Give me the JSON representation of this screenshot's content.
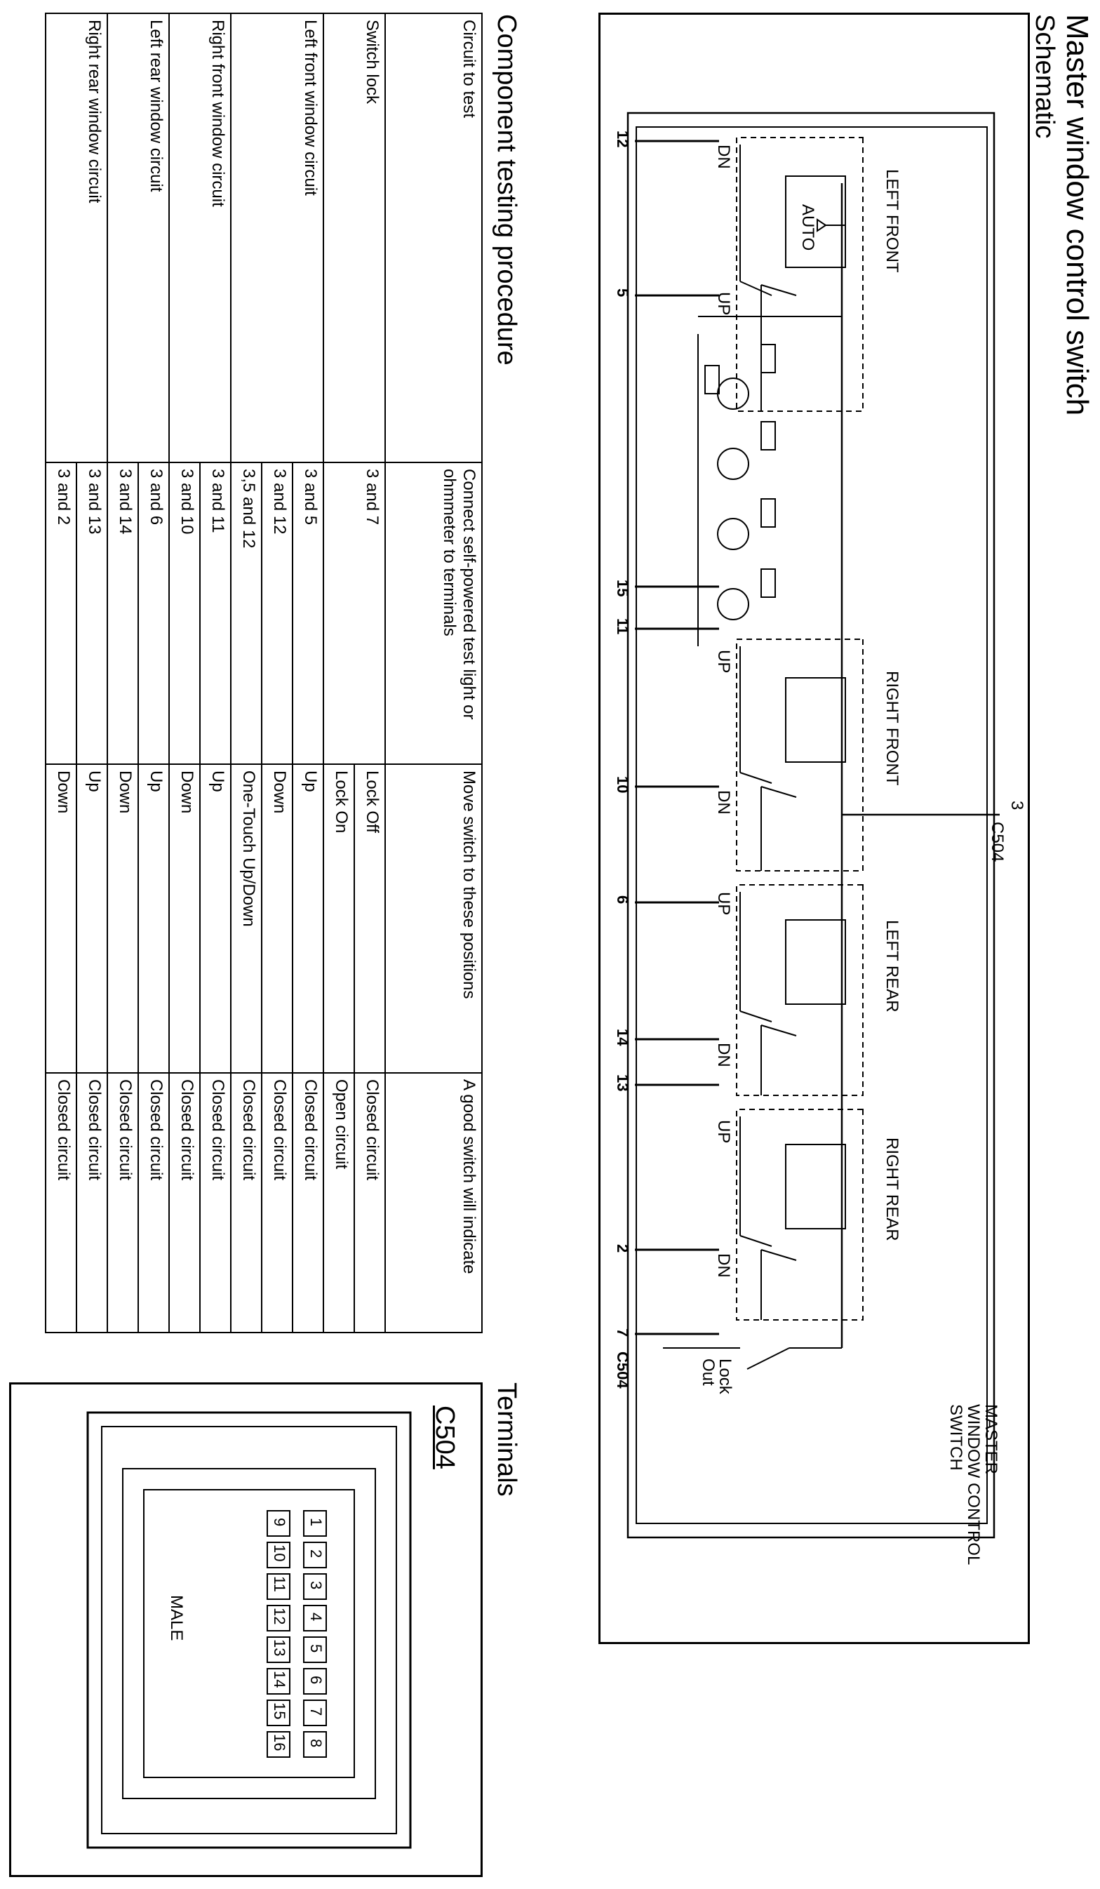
{
  "page": {
    "title": "Master window control switch",
    "schematic_heading": "Schematic",
    "procedure_heading": "Component testing procedure",
    "terminals_heading": "Terminals"
  },
  "schematic": {
    "sections": {
      "left_front": "LEFT FRONT",
      "right_front": "RIGHT FRONT",
      "left_rear": "LEFT REAR",
      "right_rear": "RIGHT REAR"
    },
    "switch_labels": {
      "up": "UP",
      "dn": "DN",
      "auto": "AUTO"
    },
    "lock_label": "Lock\nOut",
    "master_label": "MASTER\nWINDOW CONTROL\nSWITCH",
    "connector_top": "C504",
    "connector_bottom": "C504",
    "pins": [
      "12",
      "5",
      "15",
      "11",
      "10",
      "3",
      "6",
      "14",
      "13",
      "2",
      "7"
    ]
  },
  "procedure": {
    "headers": [
      "Circuit to test",
      "Connect self-powered test light or ohmmeter to terminals",
      "Move switch to these positions",
      "A good switch will indicate"
    ],
    "groups": [
      {
        "circuit": "Switch lock",
        "terminals": "3 and 7",
        "rows": [
          {
            "position": "Lock Off",
            "result": "Closed circuit"
          },
          {
            "position": "Lock On",
            "result": "Open circuit"
          }
        ]
      },
      {
        "circuit": "Left front window circuit",
        "rows": [
          {
            "terminals": "3 and 5",
            "position": "Up",
            "result": "Closed circuit"
          },
          {
            "terminals": "3 and 12",
            "position": "Down",
            "result": "Closed circuit"
          },
          {
            "terminals": "3,5 and 12",
            "position": "One-Touch Up/Down",
            "result": "Closed circuit"
          }
        ]
      },
      {
        "circuit": "Right front window circuit",
        "rows": [
          {
            "terminals": "3 and 11",
            "position": "Up",
            "result": "Closed circuit"
          },
          {
            "terminals": "3 and 10",
            "position": "Down",
            "result": "Closed circuit"
          }
        ]
      },
      {
        "circuit": "Left rear window circuit",
        "rows": [
          {
            "terminals": "3 and 6",
            "position": "Up",
            "result": "Closed circuit"
          },
          {
            "terminals": "3 and 14",
            "position": "Down",
            "result": "Closed circuit"
          }
        ]
      },
      {
        "circuit": "Right rear window circuit",
        "rows": [
          {
            "terminals": "3 and 13",
            "position": "Up",
            "result": "Closed circuit"
          },
          {
            "terminals": "3 and 2",
            "position": "Down",
            "result": "Closed circuit"
          }
        ]
      }
    ]
  },
  "terminals": {
    "connector_id": "C504",
    "gender": "MALE",
    "top_row": [
      "1",
      "2",
      "3",
      "4",
      "5",
      "6",
      "7",
      "8"
    ],
    "bottom_row": [
      "9",
      "10",
      "11",
      "12",
      "13",
      "14",
      "15",
      "16"
    ]
  },
  "colors": {
    "ink": "#000000",
    "paper": "#ffffff"
  }
}
